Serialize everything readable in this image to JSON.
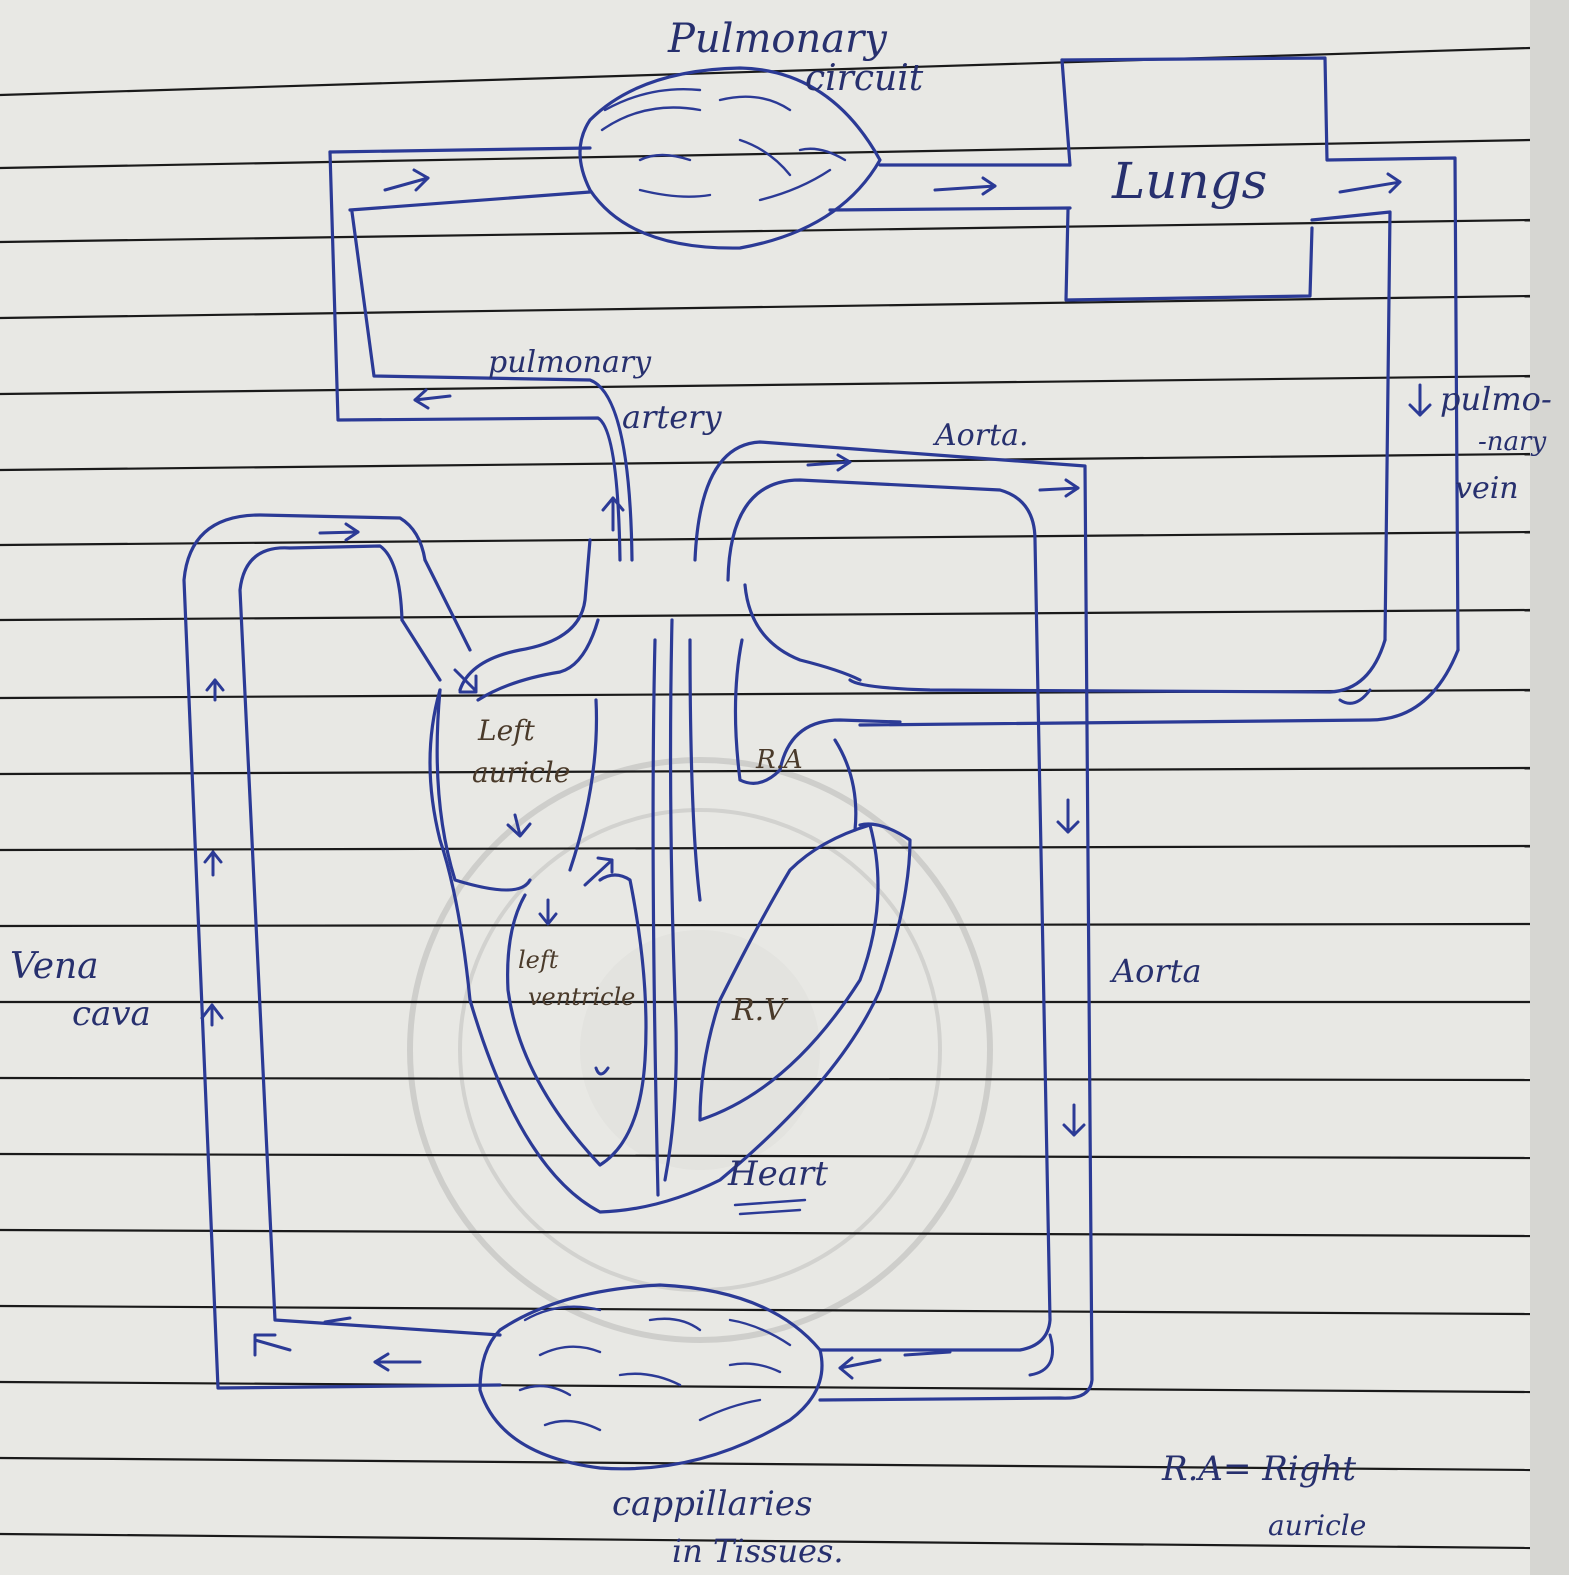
{
  "labels": {
    "pulmonary_circuit_line1": "Pulmonary",
    "pulmonary_circuit_line2": "circuit",
    "lungs": "Lungs",
    "pulmonary_artery_line1": "pulmonary",
    "pulmonary_artery_line2": "artery",
    "aorta_top": "Aorta.",
    "pulmonary_vein_line1": "pulmo-",
    "pulmonary_vein_line2": "-nary",
    "pulmonary_vein_line3": "vein",
    "left_auricle_line1": "Left",
    "left_auricle_line2": "auricle",
    "ra": "R.A",
    "left_ventricle_line1": "left",
    "left_ventricle_line2": "ventricle",
    "rv": "R.V",
    "vena_cava_line1": "Vena",
    "vena_cava_line2": "cava",
    "aorta_right": "Aorta",
    "heart": "Heart",
    "capillaries_line1": "cappillaries",
    "capillaries_line2": "in Tissues.",
    "legend_line1": "R.A= Right",
    "legend_line2": "auricle"
  },
  "colors": {
    "ink": "#2b3a96",
    "paper": "#e9e9e6",
    "rule": "#1a1a1a"
  }
}
